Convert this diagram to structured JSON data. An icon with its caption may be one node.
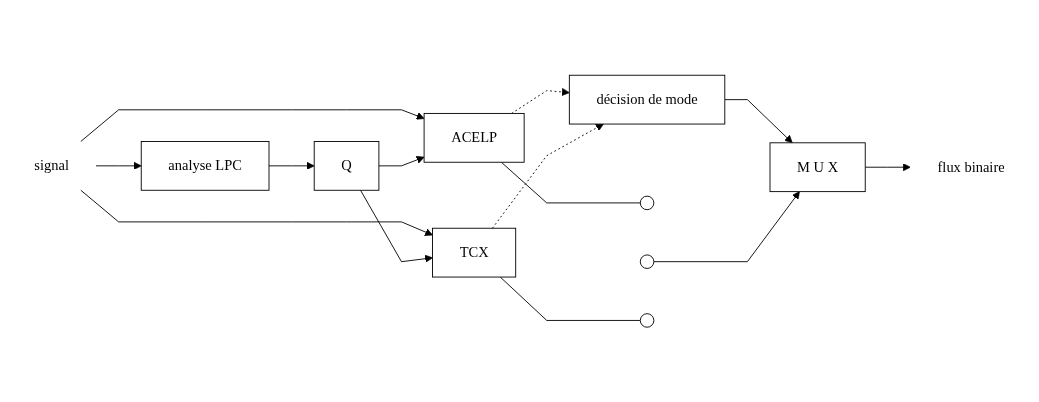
{
  "diagram": {
    "nodes": [
      {
        "text": [
          "signal"
        ]
      },
      {
        "text": [
          "analyse LPC"
        ]
      },
      {
        "text": [
          "Q"
        ]
      },
      {
        "text": [
          "ACELP"
        ]
      },
      {
        "text": [
          "TCX"
        ]
      },
      {
        "text": [
          "décision de mode"
        ]
      },
      {
        "text": [],
        "shape": "circle"
      },
      {
        "text": [],
        "shape": "circle"
      },
      {
        "text": [],
        "shape": "circle"
      },
      {
        "text": [
          "M U X"
        ]
      },
      {
        "text": [
          "flux binaire"
        ]
      }
    ],
    "edges": [
      {
        "from": 0,
        "to": 1,
        "arrow": "to"
      },
      {
        "from": 0,
        "to": 3,
        "arrow": "to"
      },
      {
        "from": 0,
        "to": 4,
        "arrow": "to"
      },
      {
        "from": 1,
        "to": 2,
        "arrow": "to"
      },
      {
        "from": 2,
        "to": 3,
        "arrow": "to"
      },
      {
        "from": 2,
        "to": 4,
        "arrow": "to"
      },
      {
        "from": 3,
        "to": 6,
        "arrow": "none"
      },
      {
        "from": 3,
        "to": 5,
        "arrow": "to",
        "style": "dashed"
      },
      {
        "from": 4,
        "to": 8,
        "arrow": "none"
      },
      {
        "from": 4,
        "to": 5,
        "arrow": "to",
        "style": "dashed"
      },
      {
        "from": 5,
        "to": 9,
        "arrow": "to"
      },
      {
        "from": 7,
        "to": 9,
        "arrow": "to"
      },
      {
        "from": 9,
        "to": 10,
        "arrow": "to"
      }
    ]
  }
}
